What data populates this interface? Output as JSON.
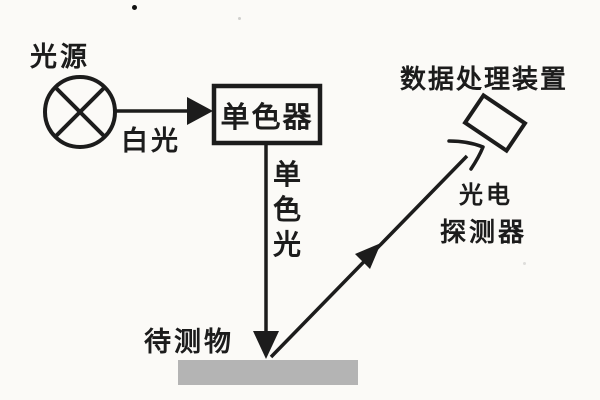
{
  "colors": {
    "ink": "#1c1c1c",
    "sample_gray": "#b4b4b4",
    "background": "#fbfaf7"
  },
  "labels": {
    "light_source": "光源",
    "white_light": "白光",
    "monochromator": "单色器",
    "monochromatic_light": "单色光",
    "sample": "待测物",
    "data_processor": "数据处理装置",
    "photodetector_line1": "光电",
    "photodetector_line2": "探测器"
  }
}
